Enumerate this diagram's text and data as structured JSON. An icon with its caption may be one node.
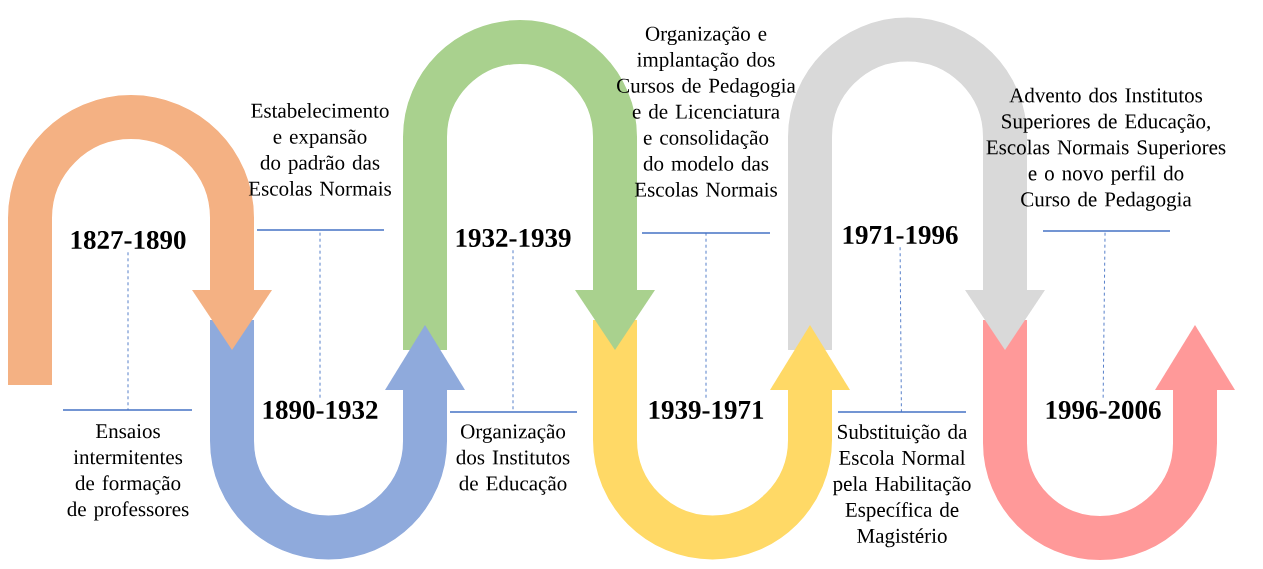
{
  "diagram": {
    "nodes": [
      {
        "text": [
          "1827-1890"
        ]
      },
      {
        "text": [
          "1890-1932"
        ]
      },
      {
        "text": [
          "1932-1939"
        ]
      },
      {
        "text": [
          "1939-1971"
        ]
      },
      {
        "text": [
          "1971-1996"
        ]
      },
      {
        "text": [
          "1996-2006"
        ]
      },
      {
        "text": [
          "Ensaios intermitentes de formação de professores"
        ]
      },
      {
        "text": [
          "Estabelecimento e expansão do padrão das Escolas Normais"
        ]
      },
      {
        "text": [
          "Organização dos Institutos de Educação"
        ]
      },
      {
        "text": [
          "Organização e implantação dos Cursos de Pedagogia e de Licenciatura e consolidação do modelo das Escolas Normais"
        ]
      },
      {
        "text": [
          "Substituição da Escola Normal pela Habilitação Específica de Magistério"
        ]
      },
      {
        "text": [
          "Advento dos Institutos Superiores de Educação, Escolas Normais Superiores e o novo perfil do Curso de Pedagogia"
        ]
      }
    ],
    "edges": [
      {
        "from": 0,
        "to": 6,
        "arrow": "none",
        "style": "dashed"
      },
      {
        "from": 1,
        "to": 7,
        "arrow": "none",
        "style": "dashed"
      },
      {
        "from": 2,
        "to": 8,
        "arrow": "none",
        "style": "dashed"
      },
      {
        "from": 3,
        "to": 9,
        "arrow": "none",
        "style": "dashed"
      },
      {
        "from": 4,
        "to": 10,
        "arrow": "none",
        "style": "dashed"
      },
      {
        "from": 5,
        "to": 11,
        "arrow": "none",
        "style": "dashed"
      }
    ]
  }
}
